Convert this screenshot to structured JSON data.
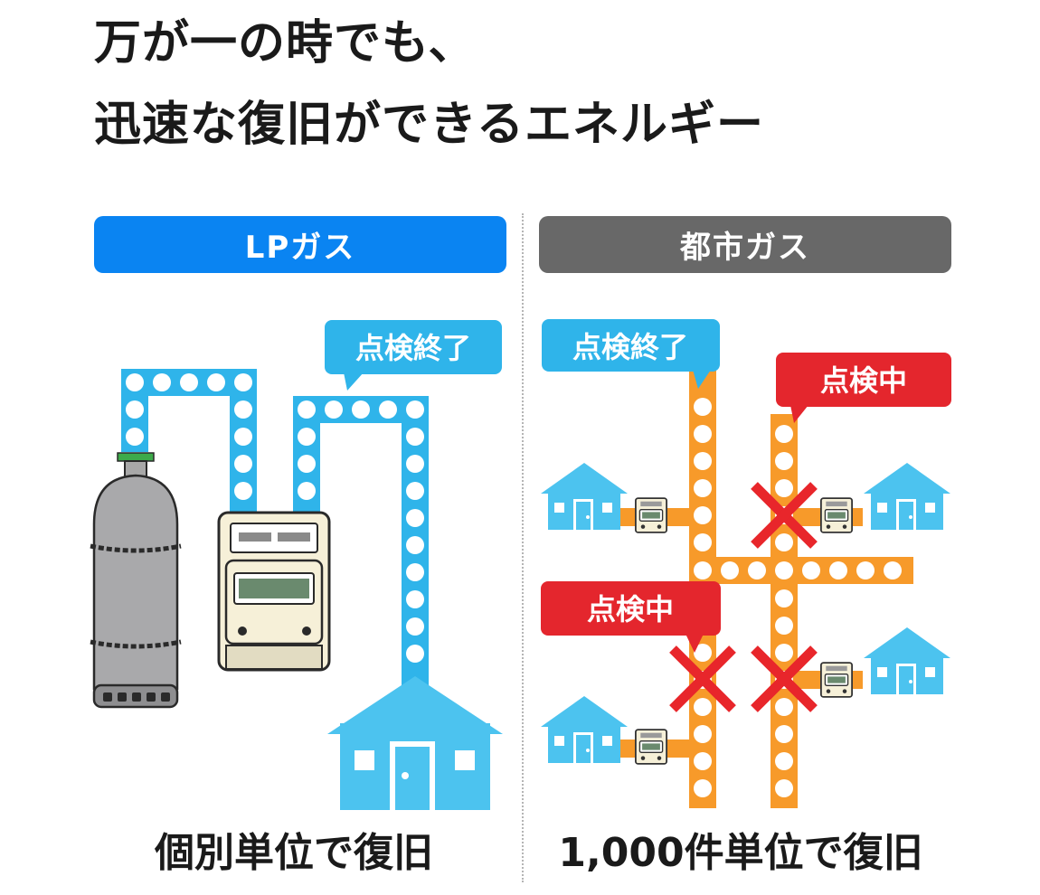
{
  "title": {
    "line1": "万が一の時でも、",
    "line2": "迅速な復旧ができるエネルギー"
  },
  "lp": {
    "header": "LPガス",
    "bubble": "点検終了",
    "caption": "個別単位で復旧"
  },
  "city": {
    "header": "都市ガス",
    "bubble_done": "点検終了",
    "bubble_checking": "点検中",
    "caption": "1,000件単位で復旧"
  },
  "colors": {
    "lp_blue": "#0a84f2",
    "pipe_blue": "#2fb4ea",
    "pipe_orange": "#f79a2a",
    "house_blue": "#4cc3ef",
    "city_gray": "#686868",
    "checking_red": "#e4262d",
    "cross_red": "#e8262b"
  },
  "icons": [
    "gas-cylinder-icon",
    "gas-meter-icon",
    "house-icon",
    "cross-mark-icon"
  ]
}
